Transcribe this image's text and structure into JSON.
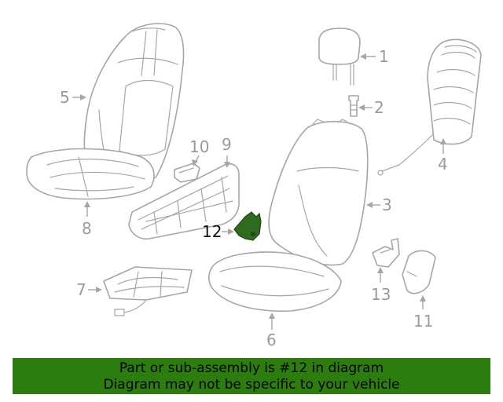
{
  "callouts": {
    "c1": "1",
    "c2": "2",
    "c3": "3",
    "c4": "4",
    "c5": "5",
    "c6": "6",
    "c7": "7",
    "c8": "8",
    "c9": "9",
    "c10": "10",
    "c11": "11",
    "c12": "12",
    "c13": "13"
  },
  "highlighted_part": "12",
  "colors": {
    "highlight": "#2f6b1f",
    "banner": "#2d7d0e",
    "line": "#a6a6a6"
  },
  "banner": {
    "line1": "Part or sub-assembly is #12 in diagram",
    "line2": "Diagram may not be specific to your vehicle"
  }
}
